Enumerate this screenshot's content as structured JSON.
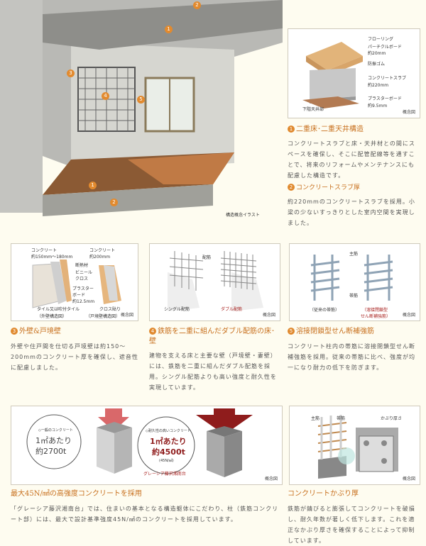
{
  "illustration": {
    "caption": "構造概念イラスト",
    "markers": [
      "1",
      "2",
      "3",
      "4",
      "5",
      "1",
      "2"
    ]
  },
  "slab_diagram": {
    "labels": [
      "フローリング",
      "パーチクルボード",
      "約20mm",
      "防振ゴム",
      "コンクリートスラブ",
      "約220mm",
      "プラスターボード",
      "約9.5mm",
      "下階天井部"
    ],
    "note": "概念図"
  },
  "s1": {
    "num": "1",
    "title": "二重床･二重天井構造",
    "body": "コンクリートスラブと床・天井材との間にスペースを確保し、そこに配管配線等を通すことで、将来のリフォームやメンテナンスにも配慮した構造です。"
  },
  "s2": {
    "num": "2",
    "title": "コンクリートスラブ厚",
    "body": "約220mmのコンクリートスラブを採用。小梁の少ないすっきりとした室内空間を実現しました。"
  },
  "wall_diagram": {
    "labels": [
      "コンクリート",
      "約150mm〜180mm",
      "断熱材",
      "ビニールクロス",
      "プラスターボード",
      "約12.5mm",
      "タイル又は吹付タイル",
      "（外壁構造図）",
      "コンクリート",
      "約200mm",
      "クロス貼り",
      "（戸境壁構造図）"
    ],
    "note": "概念図"
  },
  "rebar_diagram": {
    "labels": [
      "配筋",
      "シングル配筋",
      "ダブル配筋"
    ],
    "note": "概念図"
  },
  "hoop_diagram": {
    "labels": [
      "主筋",
      "帯筋",
      "（従来の帯筋）",
      "（溶接閉鎖型せん断補強筋）"
    ],
    "note": "概念図"
  },
  "s3": {
    "num": "3",
    "title": "外壁&戸境壁",
    "body": "外壁や住戸間を仕切る戸境壁は約150〜200mmのコンクリート厚を確保し、遮音性に配慮しました。"
  },
  "s4": {
    "num": "4",
    "title": "鉄筋を二重に組んだダブル配筋の床･壁",
    "body": "建物を支える床と主要な壁（戸境壁・妻壁）には、鉄筋を二重に組んだダブル配筋を採用。シングル配筋よりも高い強度と耐久性を実現しています。"
  },
  "s5": {
    "num": "5",
    "title": "溶接閉鎖型せん断補強筋",
    "body": "コンクリート柱内の帯筋に溶接閉鎖型せん断補強筋を採用。従来の帯筋に比べ、強度が均一になり耐力の低下を防ぎます。"
  },
  "strength_diagram": {
    "normal_label": "◇一般のコンクリート",
    "normal_line1": "1㎡あたり",
    "normal_line2": "約2700t",
    "high_label": "◇耐久性の高いコンクリート",
    "high_line1": "1㎡あたり",
    "high_line2": "約4500t",
    "high_line3": "(45N/㎟)",
    "brand": "グレーシア藤沢湘南台",
    "note": "概念図",
    "colors": {
      "normal_arrow": "#d9686a",
      "high_arrow": "#8f1c1c"
    }
  },
  "cover_diagram": {
    "labels": [
      "主筋",
      "帯筋",
      "かぶり厚さ"
    ],
    "note": "概念図"
  },
  "s6": {
    "title": "最大45N/㎟の高強度コンクリートを採用",
    "body": "「グレーシア藤沢湘南台」では、住まいの基本となる構造躯体にこだわり、柱（鉄筋コンクリート部）には、最大で設計基準強度45N/㎟のコンクリートを採用しています。"
  },
  "s7": {
    "title": "コンクリートかぶり厚",
    "body": "鉄筋が錆びると膨張してコンクリートを破損し、耐久年数が著しく低下します。これを適正なかぶり厚さを確保することによって抑制しています。"
  }
}
